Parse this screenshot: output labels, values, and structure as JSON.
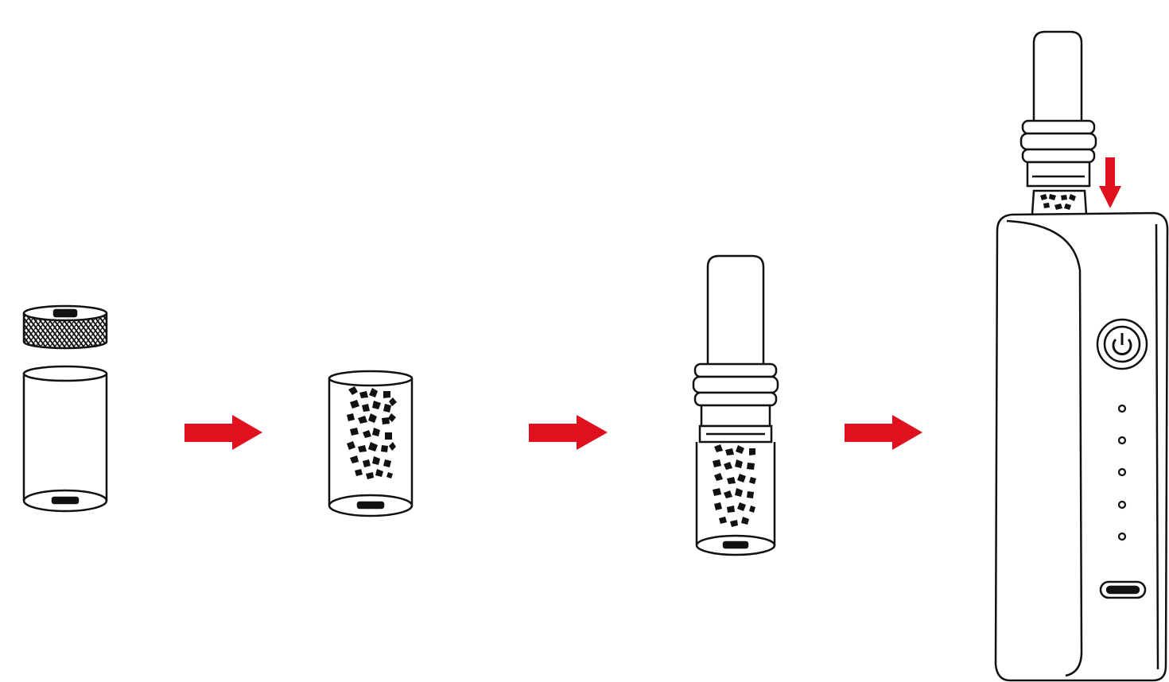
{
  "diagram": {
    "steps": [
      {
        "id": "step-1",
        "icon": "open-chamber-with-cap-icon"
      },
      {
        "id": "step-2",
        "icon": "filled-chamber-icon"
      },
      {
        "id": "step-3",
        "icon": "chamber-with-mouthpiece-icon"
      },
      {
        "id": "step-4",
        "icon": "device-insert-icon"
      }
    ],
    "arrows": [
      {
        "id": "arrow-1",
        "icon": "right-arrow-icon"
      },
      {
        "id": "arrow-2",
        "icon": "right-arrow-icon"
      },
      {
        "id": "arrow-3",
        "icon": "right-arrow-icon"
      },
      {
        "id": "arrow-down",
        "icon": "down-arrow-icon"
      }
    ],
    "device": {
      "indicator_count": 5,
      "icons": [
        "power-button-icon",
        "usb-port-icon"
      ]
    },
    "colors": {
      "line": "#111111",
      "arrow": "#e0101e",
      "background": "#ffffff"
    }
  }
}
